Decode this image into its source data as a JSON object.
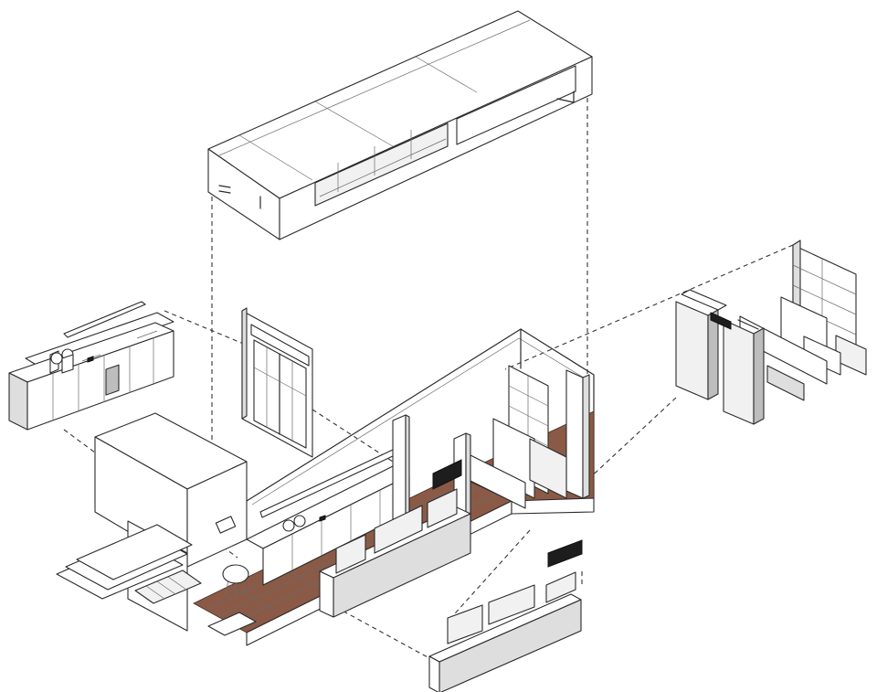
{
  "figure": {
    "type": "exploded axonometric drawing"
  },
  "components": [
    {
      "id": "roof-volume",
      "icon": "roof-block-icon"
    },
    {
      "id": "partition-panel",
      "icon": "glazed-door-panel-icon"
    },
    {
      "id": "bar-counter",
      "icon": "counter-with-espresso-machine-icon"
    },
    {
      "id": "shelving-unit",
      "icon": "shelving-and-columns-icon"
    },
    {
      "id": "display-screens",
      "icon": "tv-screen-bench-icon"
    },
    {
      "id": "base-plan",
      "icon": "assembled-interior-icon"
    }
  ],
  "colors": {
    "line": "#2a2a2a",
    "floor": "#8a5a46",
    "panel_shade": "#dedede",
    "dark_shade": "#bdbdbd",
    "screen": "#1d1d1d"
  }
}
